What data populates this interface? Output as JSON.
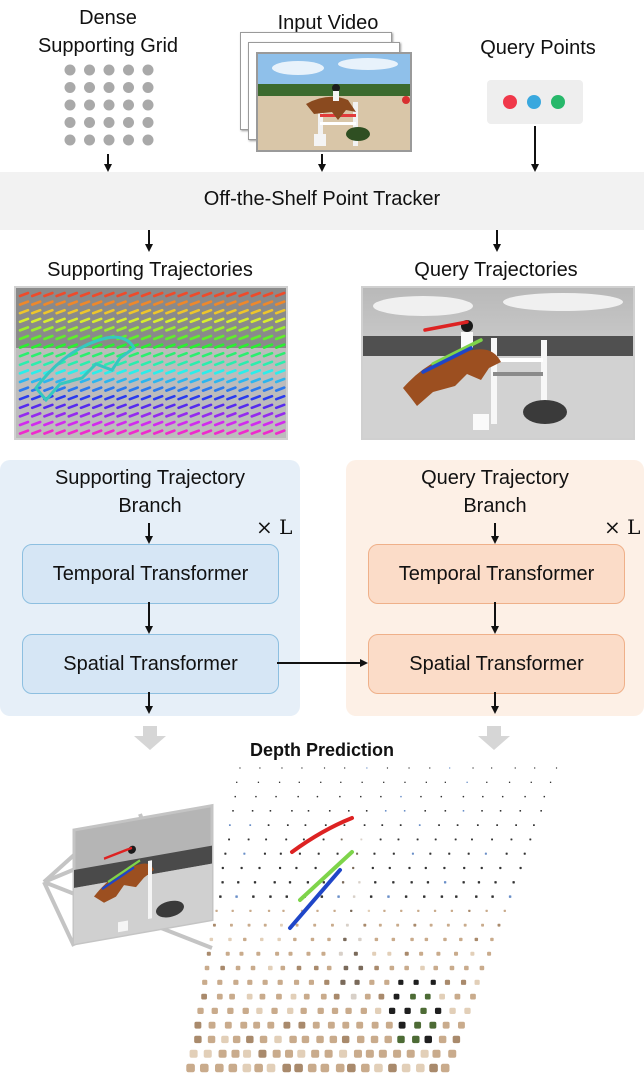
{
  "inputs": {
    "grid_title_line1": "Dense",
    "grid_title_line2": "Supporting Grid",
    "video_title": "Input Video",
    "query_title": "Query Points"
  },
  "query_point_colors": [
    "#f0384a",
    "#3aa8de",
    "#27b86a"
  ],
  "tracker_label": "Off-the-Shelf Point Tracker",
  "trajectories": {
    "supporting_label": "Supporting Trajectories",
    "query_label": "Query Trajectories"
  },
  "branches": {
    "supporting": {
      "title_line1": "Supporting Trajectory",
      "title_line2": "Branch",
      "repeat": "× L",
      "temporal": "Temporal Transformer",
      "spatial": "Spatial Transformer"
    },
    "query": {
      "title_line1": "Query Trajectory",
      "title_line2": "Branch",
      "repeat": "× L",
      "temporal": "Temporal Transformer",
      "spatial": "Spatial Transformer"
    }
  },
  "output_label": "Depth Prediction",
  "colors": {
    "tracker_bar": "#f2f2f2",
    "supporting_branch_bg": "#e6eff8",
    "query_branch_bg": "#fdf0e6",
    "query_red": "#dd2222",
    "query_green": "#7ed44a",
    "query_blue": "#1f46c8"
  }
}
